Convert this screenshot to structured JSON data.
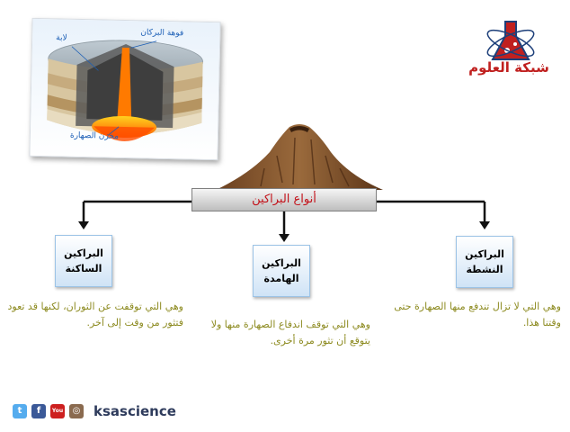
{
  "illustration": {
    "labels": {
      "crater": "فوهة البركان",
      "lava": "لابة",
      "chamber": "مخزن الصهارة"
    }
  },
  "logo": {
    "text": "شبكة العلوم"
  },
  "title": "أنواع البراكين",
  "types": [
    {
      "name": "البراكين\nالنشطة",
      "desc": "وهي التي لا تزال تندفع منها الصهارة حتى وقتنا هذا."
    },
    {
      "name": "البراكين\nالهامدة",
      "desc": "وهي التي توقف اندفاع الصهارة منها ولا يتوقع أن تثور مرة أخرى."
    },
    {
      "name": "البراكين\nالساكنة",
      "desc": "وهي التي توقفت عن الثوران، لكنها قد تعود فتثور من وقت إلى آخر."
    }
  ],
  "footer": {
    "brand": "ksascience",
    "icons": [
      "twitter-icon",
      "facebook-icon",
      "youtube-icon",
      "instagram-icon"
    ],
    "icon_glyphs": {
      "twitter": "t",
      "facebook": "f",
      "youtube": "You",
      "instagram": "◎"
    },
    "colors": {
      "twitter": "#55acee",
      "facebook": "#3b5998",
      "youtube": "#cd201f",
      "instagram": "#8a6a4f"
    }
  },
  "colors": {
    "title_text": "#c3121a",
    "desc_text": "#8c8a1f",
    "box_border": "#9cc3e6",
    "label_text": "#1c5fb6"
  }
}
